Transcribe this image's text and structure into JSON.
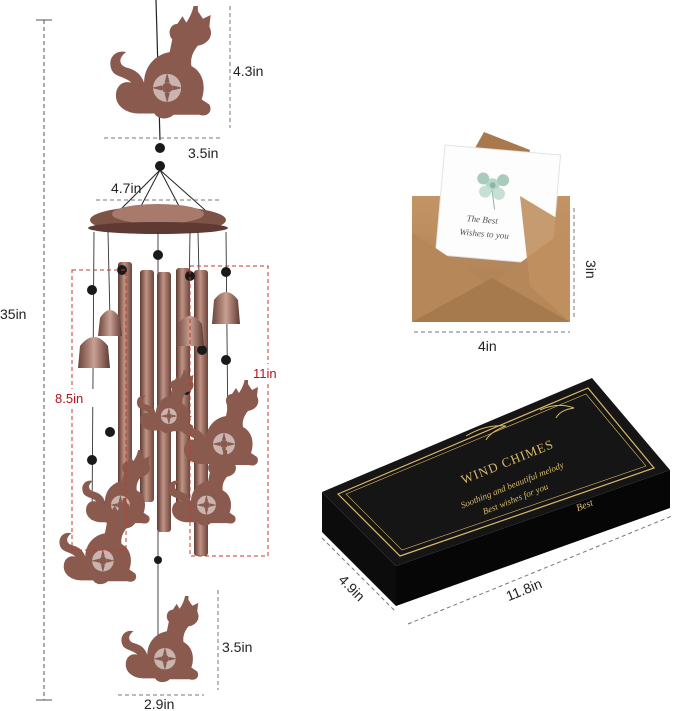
{
  "chime": {
    "topper_height": "4.3in",
    "topper_width": "3.5in",
    "canopy_width": "4.7in",
    "total_length": "35in",
    "short_tube": "8.5in",
    "long_tube": "11in",
    "bottom_height": "3.5in",
    "bottom_width": "2.9in"
  },
  "card": {
    "line1": "The Best",
    "line2": "Wishes to you",
    "height": "3in",
    "width": "4in"
  },
  "gift_box": {
    "title": "WIND CHIMES",
    "line1": "Soothing and beautiful melody",
    "line2": "Best wishes for you",
    "signature": "Best",
    "depth": "4.9in",
    "length": "11.8in"
  },
  "colors": {
    "copper": "#8a5a4e",
    "copper_light": "#b98a7c",
    "guide_red": "#c0392b",
    "box_black": "#121212",
    "kraft": "#b5875a",
    "gold": "#d9b96a"
  }
}
